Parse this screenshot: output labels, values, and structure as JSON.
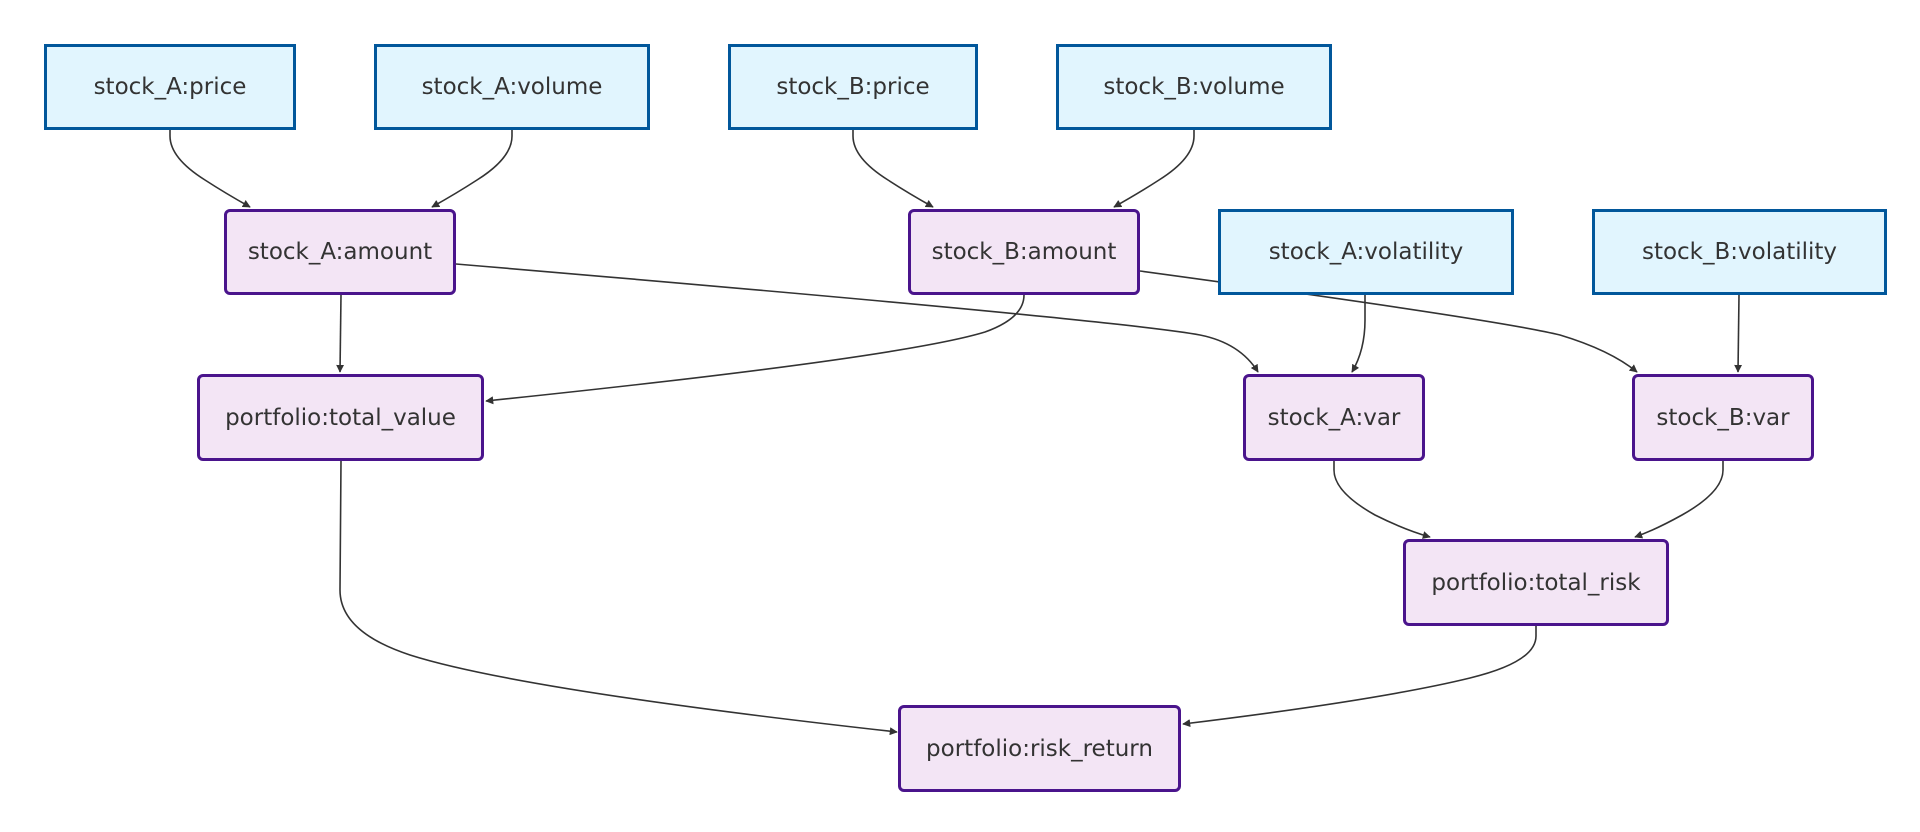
{
  "diagram": {
    "type": "flowchart",
    "colors": {
      "input_fill": "#e1f5fe",
      "input_border": "#01579b",
      "computed_fill": "#f3e5f5",
      "computed_border": "#4a148c",
      "edge": "#333333",
      "text": "#333333"
    },
    "nodes": [
      {
        "id": "a_price",
        "label": "stock_A:price",
        "kind": "input"
      },
      {
        "id": "a_volume",
        "label": "stock_A:volume",
        "kind": "input"
      },
      {
        "id": "b_price",
        "label": "stock_B:price",
        "kind": "input"
      },
      {
        "id": "b_volume",
        "label": "stock_B:volume",
        "kind": "input"
      },
      {
        "id": "a_amount",
        "label": "stock_A:amount",
        "kind": "computed"
      },
      {
        "id": "b_amount",
        "label": "stock_B:amount",
        "kind": "computed"
      },
      {
        "id": "a_volatility",
        "label": "stock_A:volatility",
        "kind": "input"
      },
      {
        "id": "b_volatility",
        "label": "stock_B:volatility",
        "kind": "input"
      },
      {
        "id": "total_value",
        "label": "portfolio:total_value",
        "kind": "computed"
      },
      {
        "id": "a_var",
        "label": "stock_A:var",
        "kind": "computed"
      },
      {
        "id": "b_var",
        "label": "stock_B:var",
        "kind": "computed"
      },
      {
        "id": "total_risk",
        "label": "portfolio:total_risk",
        "kind": "computed"
      },
      {
        "id": "risk_return",
        "label": "portfolio:risk_return",
        "kind": "computed"
      }
    ],
    "edges": [
      {
        "from": "a_price",
        "to": "a_amount"
      },
      {
        "from": "a_volume",
        "to": "a_amount"
      },
      {
        "from": "b_price",
        "to": "b_amount"
      },
      {
        "from": "b_volume",
        "to": "b_amount"
      },
      {
        "from": "a_amount",
        "to": "total_value"
      },
      {
        "from": "b_amount",
        "to": "total_value"
      },
      {
        "from": "a_amount",
        "to": "a_var"
      },
      {
        "from": "a_volatility",
        "to": "a_var"
      },
      {
        "from": "b_amount",
        "to": "b_var"
      },
      {
        "from": "b_volatility",
        "to": "b_var"
      },
      {
        "from": "a_var",
        "to": "total_risk"
      },
      {
        "from": "b_var",
        "to": "total_risk"
      },
      {
        "from": "total_value",
        "to": "risk_return"
      },
      {
        "from": "total_risk",
        "to": "risk_return"
      }
    ]
  }
}
